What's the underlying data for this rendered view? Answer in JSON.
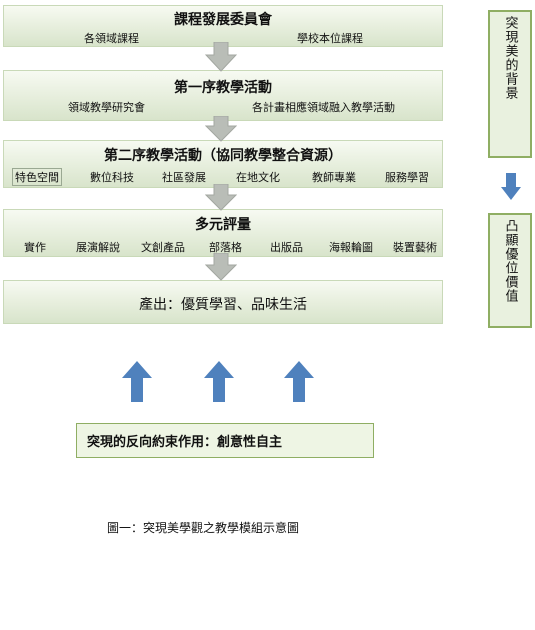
{
  "stages": [
    {
      "title": "課程發展委員會",
      "items": [
        "各領域課程",
        "學校本位課程"
      ]
    },
    {
      "title": "第一序教學活動",
      "items": [
        "領域教學研究會",
        "各計畫相應領域融入教學活動"
      ]
    },
    {
      "title": "第二序教學活動（協同教學整合資源）",
      "items": [
        "特色空間",
        "數位科技",
        "社區發展",
        "在地文化",
        "教師專業",
        "服務學習"
      ]
    },
    {
      "title": "多元評量",
      "items": [
        "實作",
        "展演解說",
        "文創產品",
        "部落格",
        "出版品",
        "海報輪圖",
        "裝置藝術"
      ]
    }
  ],
  "output": "產出：優質學習、品味生活",
  "side": {
    "top": "突現美的背景",
    "bottom": "凸顯優位價值"
  },
  "constraint": "突現的反向約束作用：創意性自主",
  "caption": "圖一：突現美學觀之教學模組示意圖",
  "colors": {
    "box_border": "#c9d9b8",
    "arrow_gray": "#b9bdb7",
    "arrow_blue": "#4f81bd",
    "side_border": "#8fae63"
  }
}
